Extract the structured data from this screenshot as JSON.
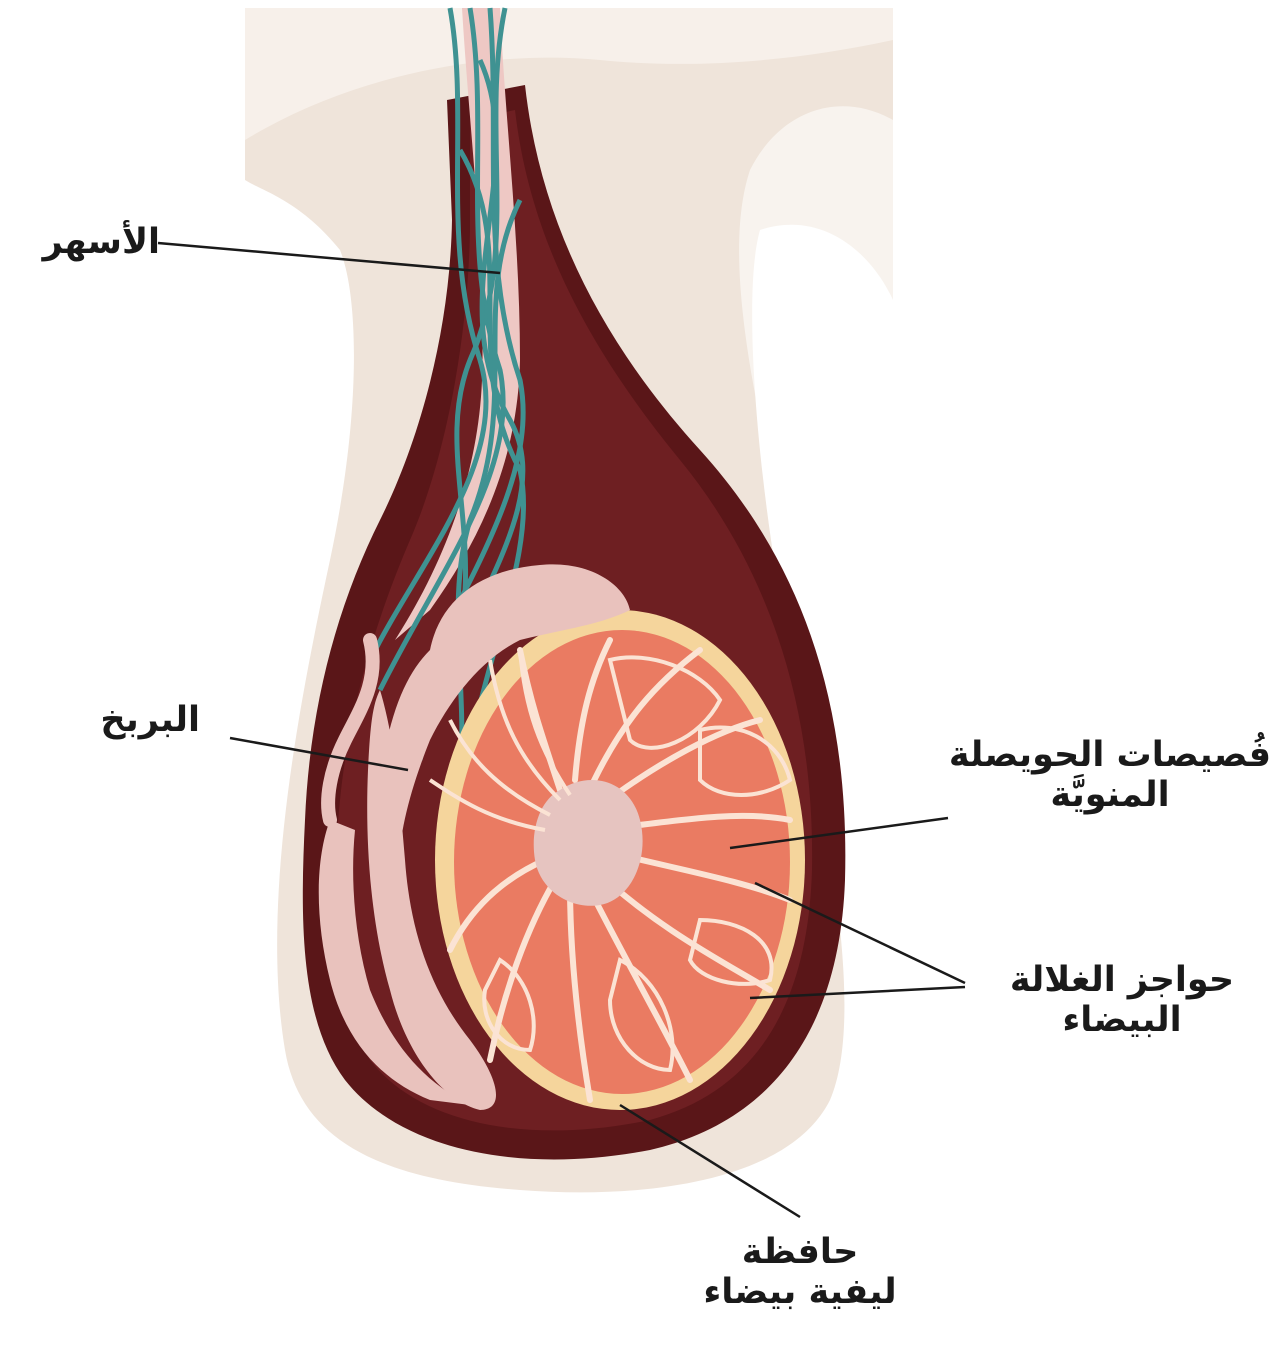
{
  "labels": {
    "vas": "الأسهر",
    "epididymis": "البربخ",
    "lobules": {
      "line1": "فُصيصات الحويصلة",
      "line2": "المنويَّة"
    },
    "septa": {
      "line1": "حواجز الغلالة",
      "line2": "البيضاء"
    },
    "tunica": {
      "line1": "حافظة",
      "line2": "ليفية بيضاء"
    }
  },
  "colors": {
    "background": "#ffffff",
    "skin": "#efe4da",
    "skin_light": "#f7f0ea",
    "scrotum": "#5a1618",
    "scrotum_mid": "#6e1f22",
    "tunica_albuginea": "#f5d59c",
    "lobule_fill": "#ea7b62",
    "septa_lines": "#fbe3d4",
    "epididymis": "#e9c2bd",
    "cord_pink": "#eec8c4",
    "vessels": "#3f9292",
    "leader_line": "#1a1a1a"
  }
}
